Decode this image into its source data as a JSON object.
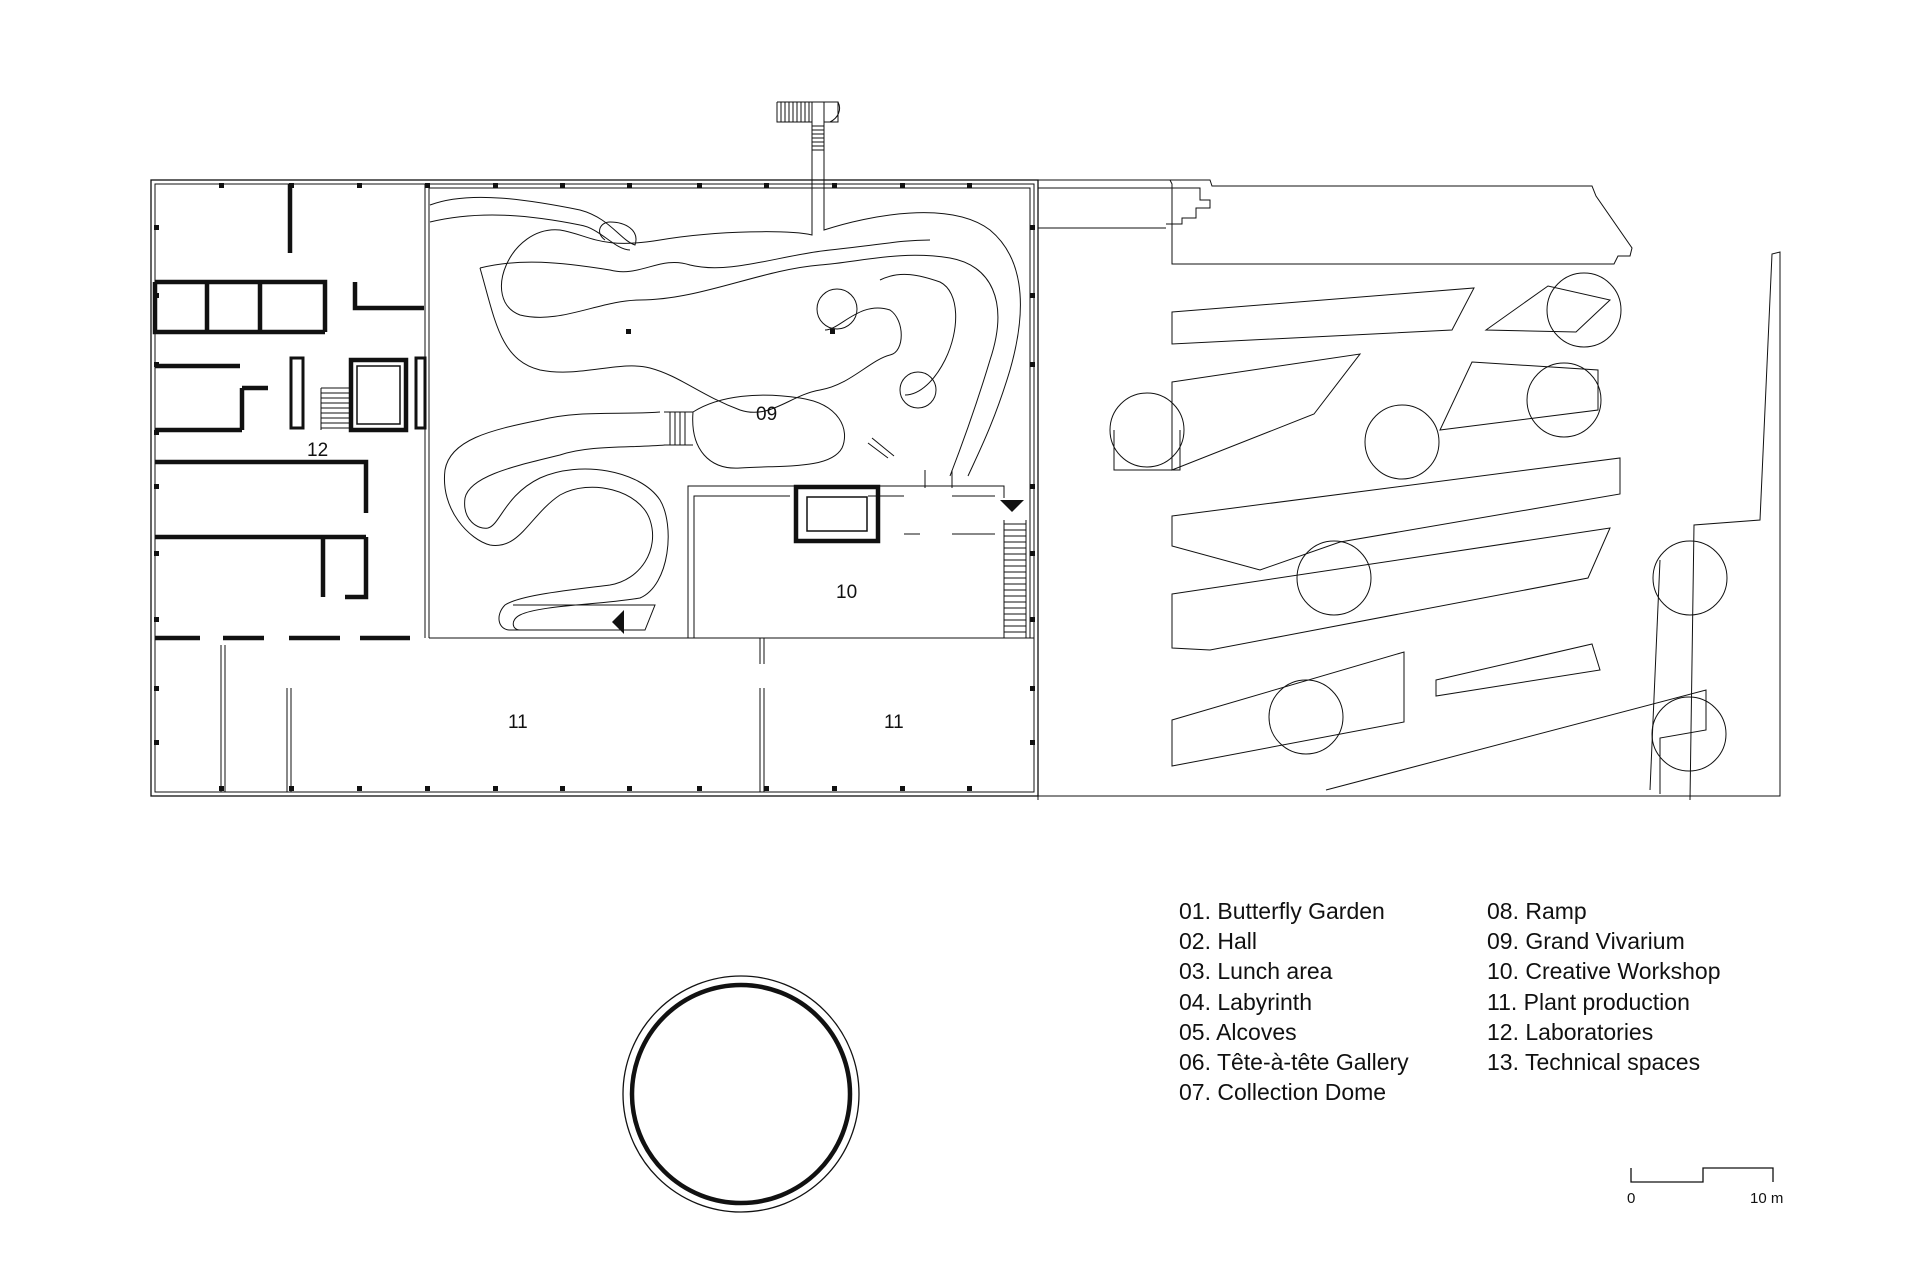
{
  "room_labels": {
    "r09": "09",
    "r10": "10",
    "r11a": "11",
    "r11b": "11",
    "r12": "12"
  },
  "legend": {
    "col1": [
      "01. Butterfly Garden",
      "02. Hall",
      "03. Lunch area",
      "04. Labyrinth",
      "05. Alcoves",
      "06. Tête-à-tête Gallery",
      "07. Collection Dome"
    ],
    "col2": [
      "08. Ramp",
      "09. Grand Vivarium",
      "10. Creative Workshop",
      "11. Plant production",
      "12. Laboratories",
      "13. Technical spaces"
    ]
  },
  "scale_bar": {
    "start": "0",
    "end": "10 m"
  }
}
